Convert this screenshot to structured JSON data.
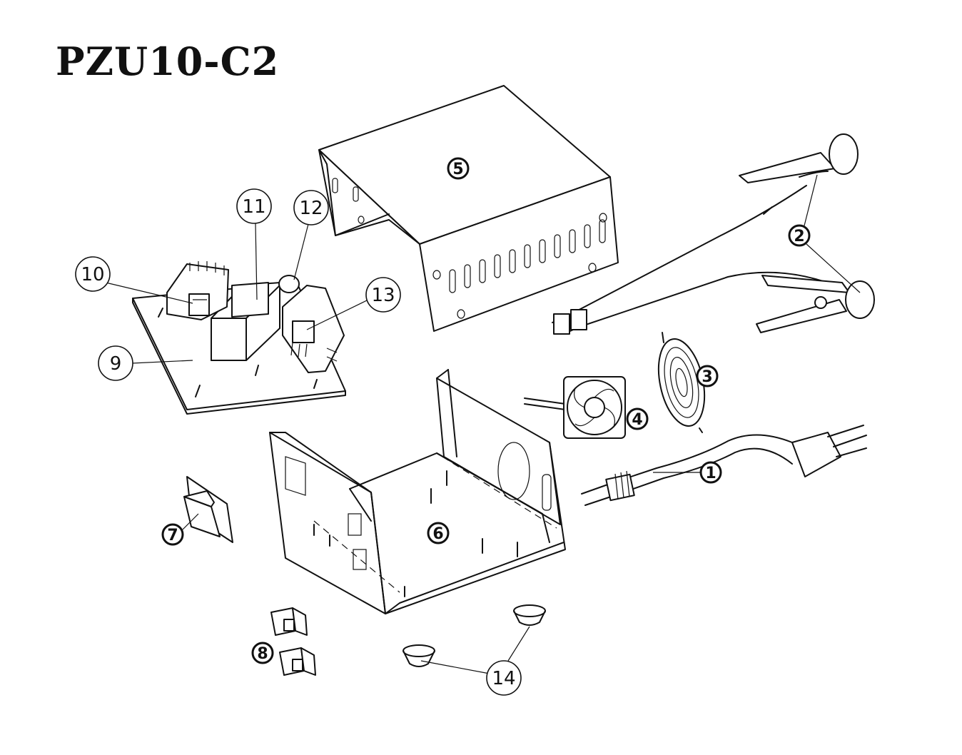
{
  "title": "PZU10-C2",
  "callouts": {
    "c1": "1",
    "c2": "2",
    "c3": "3",
    "c4": "4",
    "c5": "5",
    "c6": "6",
    "c7": "7",
    "c8": "8",
    "c9": "9",
    "c10": "10",
    "c11": "11",
    "c12": "12",
    "c13": "13",
    "c14": "14"
  }
}
